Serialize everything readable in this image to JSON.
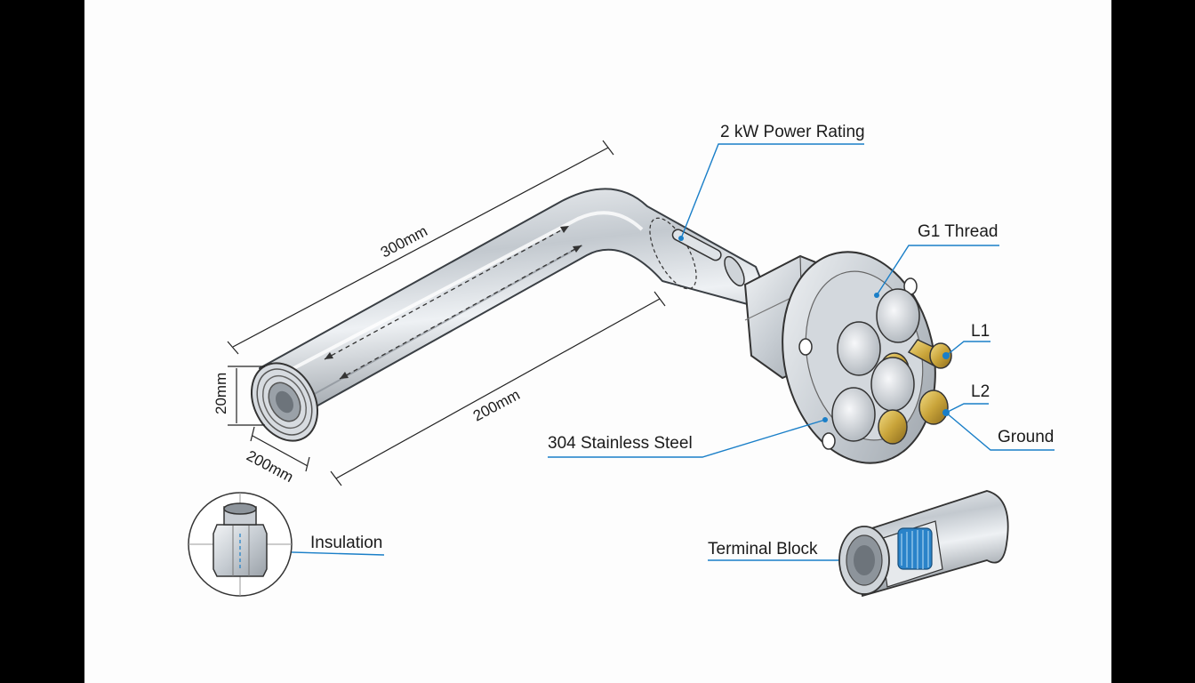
{
  "dimensions": {
    "top_length": "300mm",
    "bottom_length": "200mm",
    "diameter": "20mm",
    "end_length": "200mm"
  },
  "callouts": {
    "power": "2 kW Power Rating",
    "thread": "G1 Thread",
    "l1": "L1",
    "l2": "L2",
    "ground": "Ground",
    "material": "304 Stainless Steel",
    "insulation": "Insulation",
    "terminal_block": "Terminal Block"
  },
  "colors": {
    "leader_line": "#1a7fc8",
    "steel": "#c9ced4",
    "brass": "#c9a43a"
  }
}
